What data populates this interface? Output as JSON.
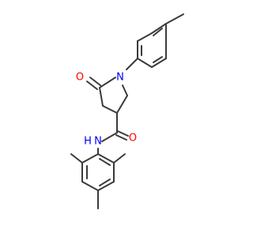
{
  "colors": {
    "bond": "#3a3a3a",
    "oxygen": "#ff0000",
    "nitrogen": "#0000ff",
    "background": "#ffffff"
  },
  "atoms": {
    "ring_n": "N",
    "ketone_o": "O",
    "amide_o": "O",
    "amide_nh": "N",
    "amide_h": "H"
  }
}
